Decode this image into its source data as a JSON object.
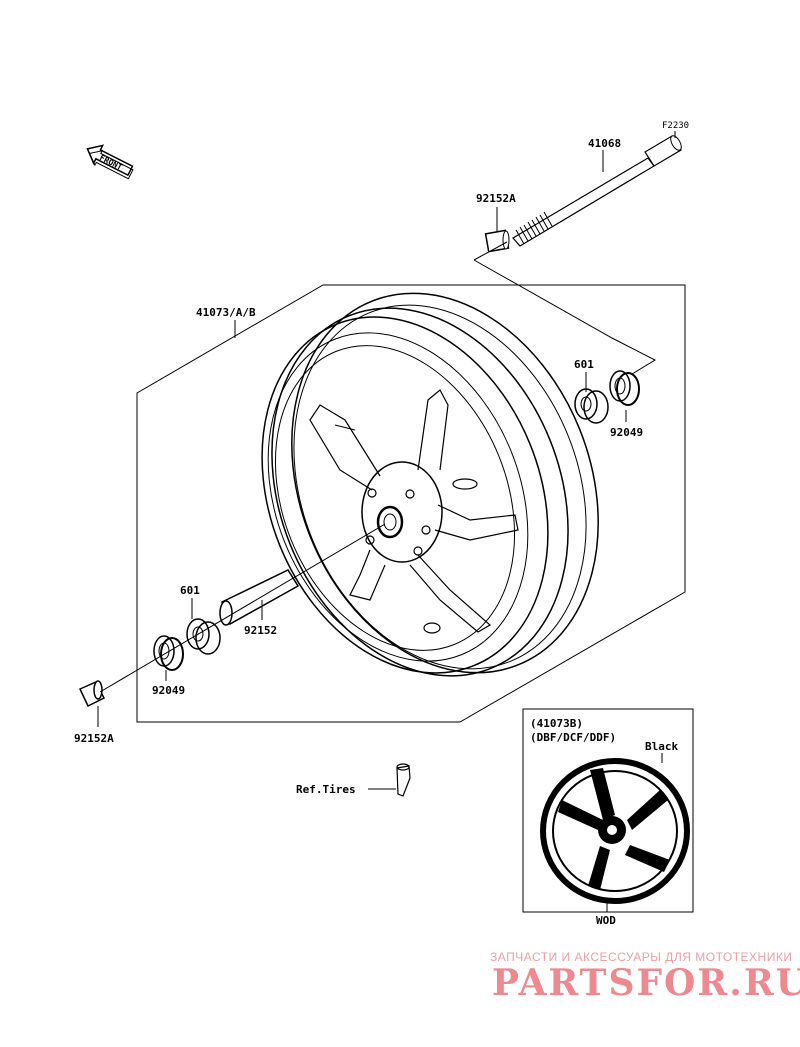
{
  "front_indicator": "FRONT",
  "labels": {
    "f2230": "F2230",
    "p41068": "41068",
    "p92152a_top": "92152A",
    "p41073": "41073/A/B",
    "p601_right": "601",
    "p92049_right": "92049",
    "p601_left": "601",
    "p92152": "92152",
    "p92049_left": "92049",
    "p92152a_bottom": "92152A",
    "ref_tires": "Ref.Tires"
  },
  "inset": {
    "code": "(41073B)",
    "variants": "(DBF/DCF/DDF)",
    "color": "Black",
    "footer": "WOD"
  },
  "watermark": {
    "tagline": "ЗАПЧАСТИ И АКСЕССУАРЫ ДЛЯ МОТОТЕХНИКИ",
    "brand": "PARTSFOR.RU"
  }
}
